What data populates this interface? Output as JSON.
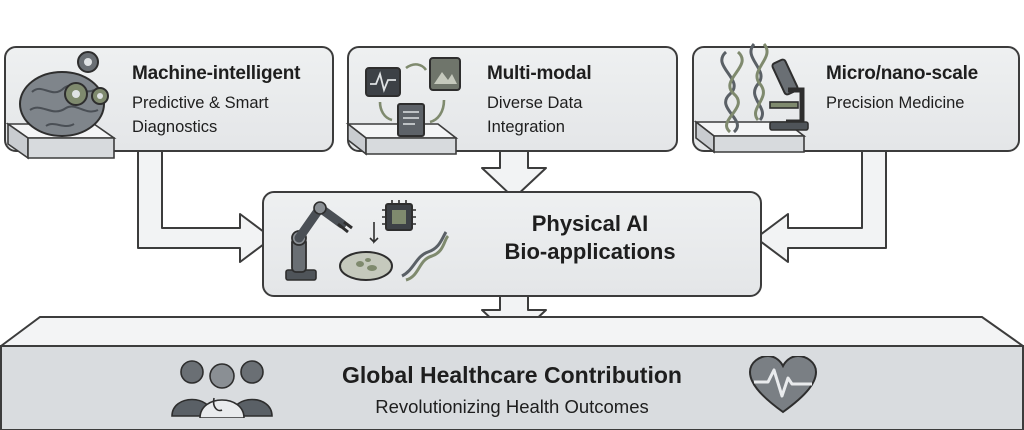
{
  "cards": [
    {
      "title": "Machine-intelligent",
      "subtitle_lines": [
        "Predictive & Smart",
        "Diagnostics"
      ],
      "icon": "brain-gears-icon"
    },
    {
      "title": "Multi-modal",
      "subtitle_lines": [
        "Diverse Data",
        "Integration"
      ],
      "icon": "data-cycle-icon"
    },
    {
      "title": "Micro/nano-scale",
      "subtitle_lines": [
        "Precision Medicine"
      ],
      "icon": "dna-microscope-icon"
    }
  ],
  "center": {
    "title_lines": [
      "Physical AI",
      "Bio-applications"
    ],
    "icon": "robot-arm-chip-dna-icon"
  },
  "bottom": {
    "title": "Global Healthcare Contribution",
    "subtitle": "Revolutionizing Health Outcomes",
    "icons": [
      "doctors-icon",
      "heart-pulse-icon"
    ]
  },
  "colors": {
    "box_fill": "#e8eaec",
    "outline": "#3c3c3c",
    "arrow_fill": "#f2f3f4",
    "accent_green": "#7f8a6e"
  }
}
